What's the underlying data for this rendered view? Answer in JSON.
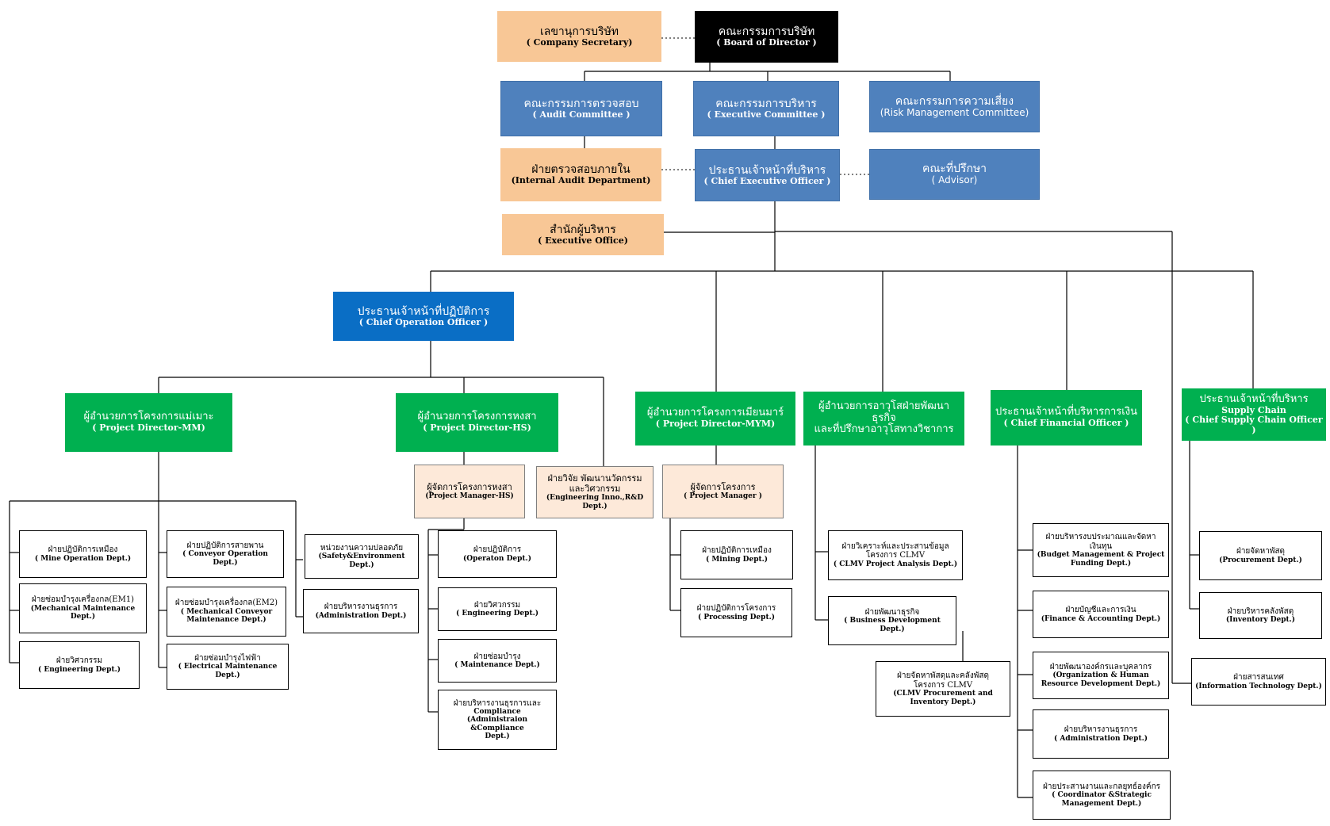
{
  "board": {
    "th": "คณะกรรมการบริษัท",
    "en": "( Board of Director )"
  },
  "secretary": {
    "th": "เลขานุการบริษัท",
    "en": "( Company Secretary)"
  },
  "audit_committee": {
    "th": "คณะกรรมการตรวจสอบ",
    "en": "( Audit Committee )"
  },
  "executive_committee": {
    "th": "คณะกรรมการบริหาร",
    "en": "( Executive Committee )"
  },
  "risk_committee": {
    "th": "คณะกรรมการความเสี่ยง",
    "en": "(Risk Management Committee)"
  },
  "internal_audit": {
    "th": "ฝ่ายตรวจสอบภายใน",
    "en": "(Internal Audit Department)"
  },
  "ceo": {
    "th": "ประธานเจ้าหน้าที่บริหาร",
    "en": "( Chief Executive Officer )"
  },
  "advisor": {
    "th": "คณะที่ปรึกษา",
    "en": "( Advisor)"
  },
  "executive_office": {
    "th": "สำนักผู้บริหาร",
    "en": "( Executive Office)"
  },
  "coo": {
    "th": "ประธานเจ้าหน้าที่ปฏิบัติการ",
    "en": "( Chief Operation Officer )"
  },
  "pd_mm": {
    "th": "ผู้อำนวยการโครงการแม่เมาะ",
    "en": "( Project Director-MM)"
  },
  "pd_hs": {
    "th": "ผู้อำนวยการโครงการหงสา",
    "en": "( Project Director-HS)"
  },
  "pd_mym": {
    "th": "ผู้อำนวยการโครงการเมียนมาร์",
    "en": "( Project Director-MYM)"
  },
  "bd_director": {
    "th": "ผู้อำนวยการอาวุโสฝ่ายพัฒนาธุรกิจ",
    "th2": "และที่ปรึกษาอาวุโสทางวิชาการ"
  },
  "cfo": {
    "th": "ประธานเจ้าหน้าที่บริหารการเงิน",
    "en": "( Chief Financial Officer )"
  },
  "cscm": {
    "th": "ประธานเจ้าหน้าที่บริหาร",
    "en1": "Supply Chain",
    "en2": "( Chief Supply Chain Officer )"
  },
  "pm_hs": {
    "th": "ผู้จัดการโครงการหงสา",
    "en": "(Project Manager-HS)"
  },
  "rnd": {
    "th": "ฝ่ายวิจัย พัฒนานวัตกรรม",
    "th2": "และวิศวกรรม",
    "en": "(Engineering Inno.,R&D",
    "en2": "Dept.)"
  },
  "pm": {
    "th": "ผู้จัดการโครงการ",
    "en": "( Project Manager )"
  },
  "mm_depts": [
    {
      "th": "ฝ่ายปฏิบัติการเหมือง",
      "en": "( Mine Operation Dept.)"
    },
    {
      "th": "ฝ่ายซ่อมบำรุงเครื่องกล(EM1)",
      "en": "(Mechanical Maintenance Dept.)"
    },
    {
      "th": "ฝ่ายวิศวกรรม",
      "en": "( Engineering Dept.)"
    },
    {
      "th": "ฝ่ายปฏิบัติการสายพาน",
      "en": "( Conveyor Operation Dept.)"
    },
    {
      "th": "ฝ่ายซ่อมบำรุงเครื่องกล(EM2)",
      "en": "( Mechanical Conveyor",
      "en2": "Maintenance Dept.)"
    },
    {
      "th": "ฝ่ายซ่อมบำรุงไฟฟ้า",
      "en": "( Electrical Maintenance Dept.)"
    }
  ],
  "hs_side": [
    {
      "th": "หน่วยงานความปลอดภัย",
      "en": "(Safety&Environment Dept.)"
    },
    {
      "th": "ฝ่ายบริหารงานธุรการ",
      "en": "(Administration Dept.)"
    }
  ],
  "hs_depts": [
    {
      "th": "ฝ่ายปฏิบัติการ",
      "en": "(Operaton Dept.)"
    },
    {
      "th": "ฝ่ายวิศวกรรม",
      "en": "( Engineering Dept.)"
    },
    {
      "th": "ฝ่ายซ่อมบำรุง",
      "en": "( Maintenance Dept.)"
    },
    {
      "th": "ฝ่ายบริหารงานธุรการและ",
      "en": "Compliance",
      "en2": "(Administraion &Compliance",
      "en3": "Dept.)"
    }
  ],
  "mym_depts": [
    {
      "th": "ฝ่ายปฏิบัติการเหมือง",
      "en": "( Mining Dept.)"
    },
    {
      "th": "ฝ่ายปฏิบัติการโครงการ",
      "en": "( Processing Dept.)"
    }
  ],
  "bd_depts": [
    {
      "th": "ฝ่ายวิเคราะห์และประสานข้อมูล",
      "th2": "โครงการ CLMV",
      "en": "( CLMV Project Analysis Dept.)"
    },
    {
      "th": "ฝ่ายพัฒนาธุรกิจ",
      "en": "( Business Development Dept.)"
    },
    {
      "th": "ฝ่ายจัดหาพัสดุและคลังพัสดุ",
      "th2": "โครงการ CLMV",
      "en": "(CLMV Procurement and",
      "en2": "Inventory Dept.)"
    }
  ],
  "cfo_depts": [
    {
      "th": "ฝ่ายบริหารงบประมาณและจัดหา",
      "th2": "เงินทุน",
      "en": "(Budget Management & Project",
      "en2": "Funding Dept.)"
    },
    {
      "th": "ฝ่ายบัญชีและการเงิน",
      "en": "(Finance & Accounting Dept.)"
    },
    {
      "th": "ฝ่ายพัฒนาองค์กรและบุคลากร",
      "en": "(Organization & Human",
      "en2": "Resource Development Dept.)"
    },
    {
      "th": "ฝ่ายบริหารงานธุรการ",
      "en": "( Administration Dept.)"
    },
    {
      "th": "ฝ่ายประสานงานและกลยุทธ์องค์กร",
      "en": "( Coordinator &Strategic",
      "en2": "Management Dept.)"
    }
  ],
  "scm_depts": [
    {
      "th": "ฝ่ายจัดหาพัสดุ",
      "en": "(Procurement Dept.)"
    },
    {
      "th": "ฝ่ายบริหารคลังพัสดุ",
      "en": "(Inventory Dept.)"
    },
    {
      "th": "ฝ่ายสารสนเทศ",
      "en": "(Information Technology Dept.)"
    }
  ]
}
